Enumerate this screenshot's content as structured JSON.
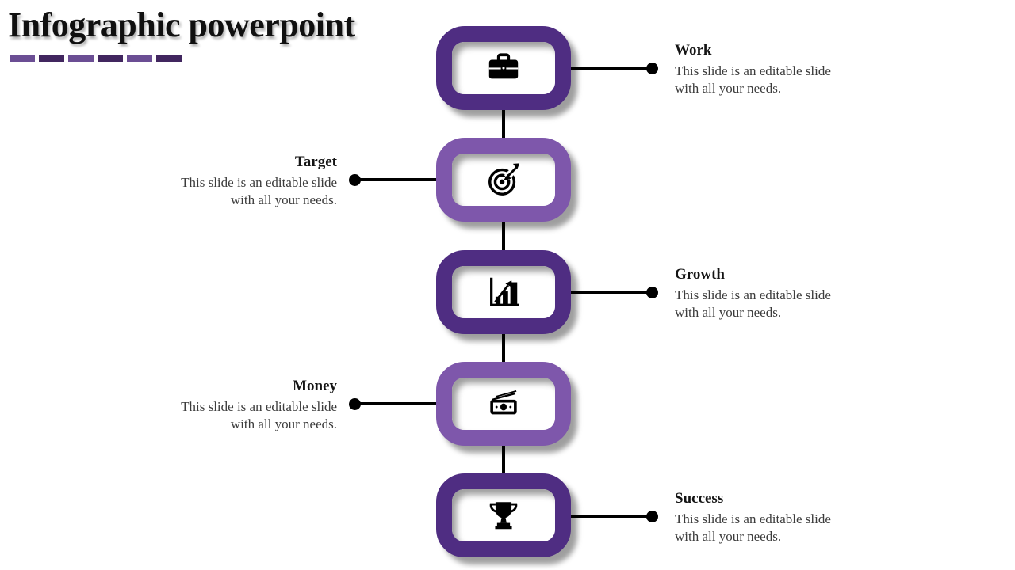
{
  "title": "Infographic powerpoint",
  "decor": {
    "dash_colors": [
      "#6b4e94",
      "#41265f",
      "#6b4e94",
      "#41265f",
      "#6b4e94",
      "#41265f"
    ],
    "connector_color": "#000000",
    "box_fill": "#ffffff",
    "icon_color": "#000000"
  },
  "items": [
    {
      "label": "Work",
      "description": "This slide is an editable slide with all your needs.",
      "icon": "briefcase-icon",
      "side": "right",
      "accent_color": "#4f2d82"
    },
    {
      "label": "Target",
      "description": "This slide is an editable slide with all your needs.",
      "icon": "target-icon",
      "side": "left",
      "accent_color": "#7e57ab"
    },
    {
      "label": "Growth",
      "description": "This slide is an editable slide with all your needs.",
      "icon": "growth-chart-icon",
      "side": "right",
      "accent_color": "#4f2d82"
    },
    {
      "label": "Money",
      "description": "This slide is an editable slide with all your needs.",
      "icon": "money-icon",
      "side": "left",
      "accent_color": "#7e57ab"
    },
    {
      "label": "Success",
      "description": "This slide is an editable slide with all your needs.",
      "icon": "trophy-icon",
      "side": "right",
      "accent_color": "#4f2d82"
    }
  ]
}
